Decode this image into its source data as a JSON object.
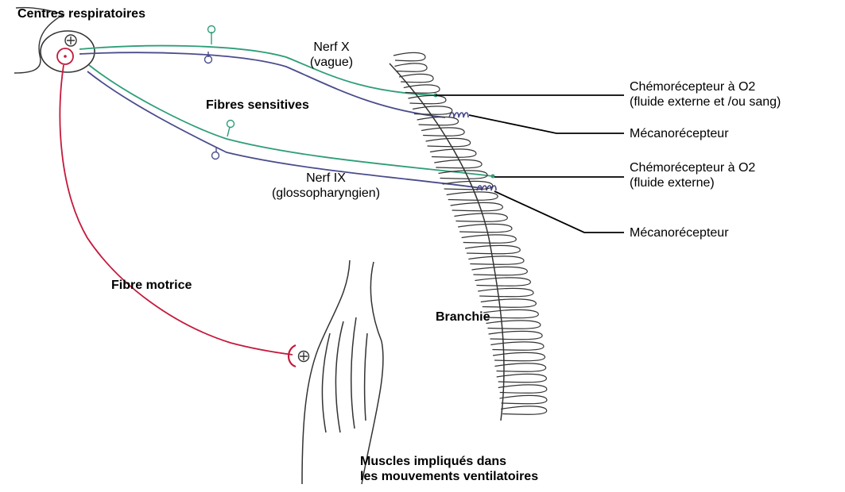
{
  "labels": {
    "centres": "Centres respiratoires",
    "nerf_x_line1": "Nerf X",
    "nerf_x_line2": "(vague)",
    "fibres_sensitives": "Fibres sensitives",
    "nerf_ix_line1": "Nerf IX",
    "nerf_ix_line2": "(glossopharyngien)",
    "fibre_motrice": "Fibre motrice",
    "branchie": "Branchie",
    "muscles_line1": "Muscles impliqués dans",
    "muscles_line2": "les mouvements ventilatoires",
    "chemo1_line1": "Chémorécepteur à O2",
    "chemo1_line2": "(fluide externe et /ou sang)",
    "mecano1": "Mécanorécepteur",
    "chemo2_line1": "Chémorécepteur à O2",
    "chemo2_line2": "(fluide externe)",
    "mecano2": "Mécanorécepteur"
  },
  "colors": {
    "sensory_green": "#2e9e78",
    "sensory_blue": "#4a4c8c",
    "motor_red": "#c41a3c",
    "outline": "#333333",
    "leader": "#000000"
  }
}
